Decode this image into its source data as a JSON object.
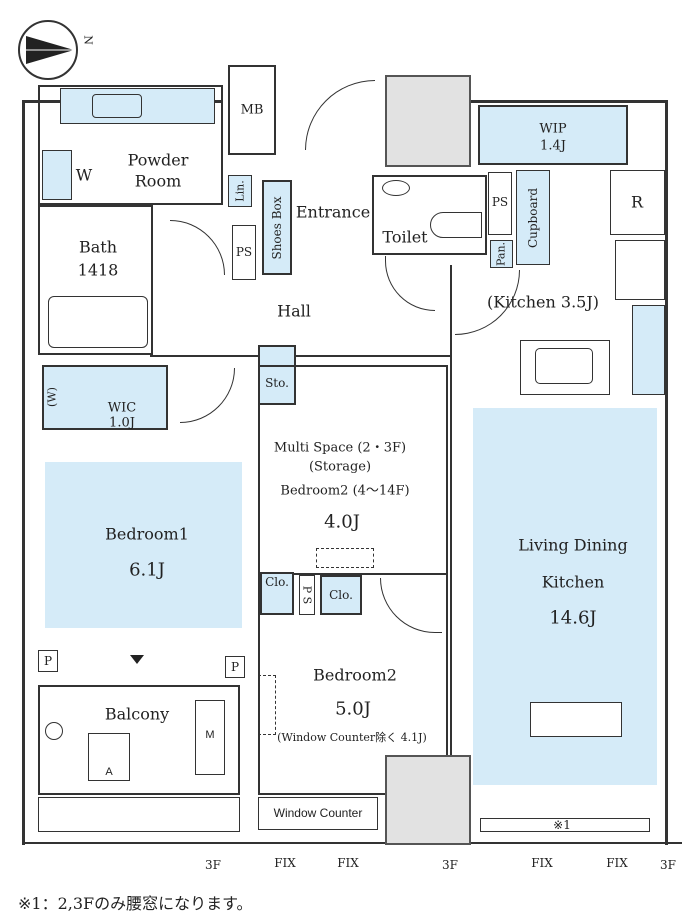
{
  "compass": {
    "north_label": "N"
  },
  "rooms": {
    "mb": "MB",
    "powder_room": [
      "Powder",
      "Room"
    ],
    "washer": "W",
    "bath": [
      "Bath",
      "1418"
    ],
    "linen": "Lin.",
    "ps_entrance": "PS",
    "shoes_box": "Shoes Box",
    "entrance": "Entrance",
    "toilet": "Toilet",
    "ps_kitchen": "PS",
    "pantry": "Pan.",
    "cupboard": "Cupboard",
    "wip": [
      "WIP",
      "1.4J"
    ],
    "refrigerator": "R",
    "kitchen": "(Kitchen 3.5J)",
    "hall": "Hall",
    "storage": "Sto.",
    "wic": [
      "WIC",
      "1.0J"
    ],
    "wic_w": "(W)",
    "multi_space": [
      "Multi Space (2・3F)",
      "(Storage)",
      "Bedroom2 (4～14F)",
      "4.0J"
    ],
    "bedroom1": [
      "Bedroom1",
      "6.1J"
    ],
    "closet1": "Clo.",
    "ps_mid": "P S",
    "closet2": "Clo.",
    "ldk": [
      "Living Dining",
      "Kitchen",
      "14.6J"
    ],
    "bedroom2": [
      "Bedroom2",
      "5.0J",
      "(Window Counter除く 4.1J)"
    ],
    "balcony": "Balcony",
    "aircon": "A",
    "m_unit": "M",
    "p1": "P",
    "p2": "P",
    "window_counter": "Window Counter",
    "note_mark": "※1"
  },
  "bottom_labels": [
    "3F",
    "FIX",
    "FIX",
    "3F",
    "FIX",
    "FIX",
    "3F"
  ],
  "footnote": "※1：2,3Fのみ腰窓になります。",
  "colors": {
    "room_fill": "#d5ebf8",
    "shaft": "#e2e2e2",
    "wall": "#333333"
  }
}
